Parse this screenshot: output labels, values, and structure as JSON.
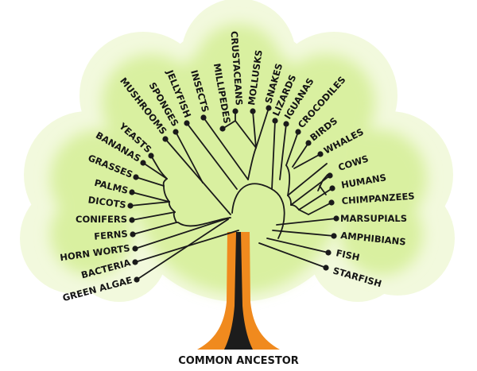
{
  "caption": "COMMON ANCESTOR",
  "colors": {
    "canopy_edge": "#f2f9dd",
    "canopy_mid": "#d9f0a0",
    "canopy_core": "#c5e87a",
    "trunk_outer": "#f08a1e",
    "trunk_inner": "#1c1c1c",
    "lines": "#1a1a1a"
  },
  "taxa": [
    {
      "id": "bacteria",
      "label": "BACTERIA"
    },
    {
      "id": "green-algae",
      "label": "GREEN ALGAE"
    },
    {
      "id": "horn-worts",
      "label": "HORN WORTS"
    },
    {
      "id": "ferns",
      "label": "FERNS"
    },
    {
      "id": "conifers",
      "label": "CONIFERS"
    },
    {
      "id": "dicots",
      "label": "DICOTS"
    },
    {
      "id": "palms",
      "label": "PALMS"
    },
    {
      "id": "grasses",
      "label": "GRASSES"
    },
    {
      "id": "bananas",
      "label": "BANANAS"
    },
    {
      "id": "yeasts",
      "label": "YEASTS"
    },
    {
      "id": "mushrooms",
      "label": "MUSHROOMS"
    },
    {
      "id": "sponges",
      "label": "SPONGES"
    },
    {
      "id": "jellyfish",
      "label": "JELLYFISH"
    },
    {
      "id": "insects",
      "label": "INSECTS"
    },
    {
      "id": "millipedes",
      "label": "MILLIPEDES"
    },
    {
      "id": "crustaceans",
      "label": "CRUSTACEANS"
    },
    {
      "id": "mollusks",
      "label": "MOLLUSKS"
    },
    {
      "id": "snakes",
      "label": "SNAKES"
    },
    {
      "id": "lizards",
      "label": "LIZARDS"
    },
    {
      "id": "iguanas",
      "label": "IGUANAS"
    },
    {
      "id": "crocodiles",
      "label": "CROCODILES"
    },
    {
      "id": "birds",
      "label": "BIRDS"
    },
    {
      "id": "whales",
      "label": "WHALES"
    },
    {
      "id": "cows",
      "label": "COWS"
    },
    {
      "id": "humans",
      "label": "HUMANS"
    },
    {
      "id": "chimpanzees",
      "label": "CHIMPANZEES"
    },
    {
      "id": "marsupials",
      "label": "MARSUPIALS"
    },
    {
      "id": "amphibians",
      "label": "AMPHIBIANS"
    },
    {
      "id": "fish",
      "label": "FISH"
    },
    {
      "id": "starfish",
      "label": "STARFISH"
    }
  ]
}
